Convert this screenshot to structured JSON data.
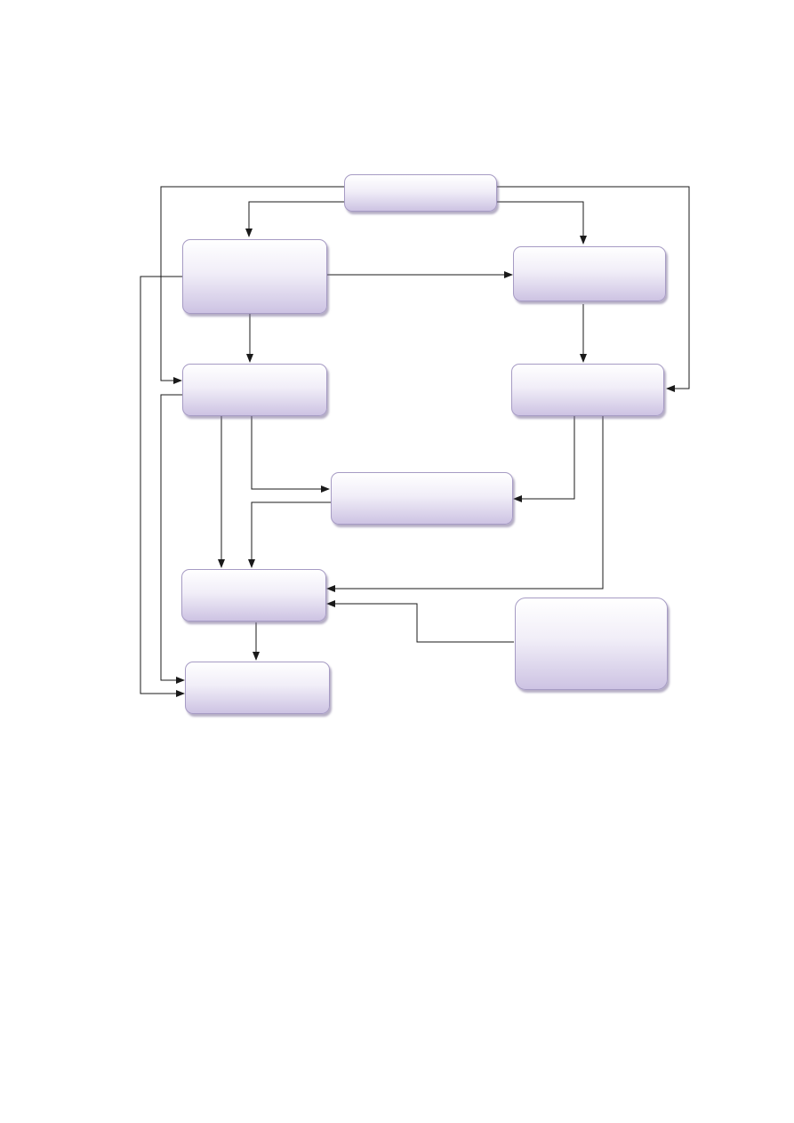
{
  "diagram": {
    "kind": "flowchart",
    "node_fill_top": "#ffffff",
    "node_fill_bottom": "#cdc3e3",
    "node_border": "#a69bc4",
    "connector_color": "#1a1a1a",
    "nodes": [
      {
        "id": "top",
        "label": ""
      },
      {
        "id": "left-upper",
        "label": ""
      },
      {
        "id": "right-upper",
        "label": ""
      },
      {
        "id": "left-middle",
        "label": ""
      },
      {
        "id": "right-middle",
        "label": ""
      },
      {
        "id": "center",
        "label": ""
      },
      {
        "id": "left-lower",
        "label": ""
      },
      {
        "id": "right-lower",
        "label": ""
      },
      {
        "id": "bottom",
        "label": ""
      }
    ],
    "edges": [
      {
        "from": "top",
        "to": "left-upper"
      },
      {
        "from": "top",
        "to": "right-upper"
      },
      {
        "from": "top",
        "to": "left-middle"
      },
      {
        "from": "top",
        "to": "right-middle"
      },
      {
        "from": "left-upper",
        "to": "right-upper"
      },
      {
        "from": "left-upper",
        "to": "left-middle"
      },
      {
        "from": "left-upper",
        "to": "bottom"
      },
      {
        "from": "right-upper",
        "to": "right-middle"
      },
      {
        "from": "left-middle",
        "to": "center"
      },
      {
        "from": "left-middle",
        "to": "left-lower"
      },
      {
        "from": "left-middle",
        "to": "bottom"
      },
      {
        "from": "right-middle",
        "to": "center"
      },
      {
        "from": "right-middle",
        "to": "left-lower"
      },
      {
        "from": "center",
        "to": "left-lower"
      },
      {
        "from": "right-lower",
        "to": "left-lower"
      },
      {
        "from": "left-lower",
        "to": "bottom"
      }
    ]
  }
}
